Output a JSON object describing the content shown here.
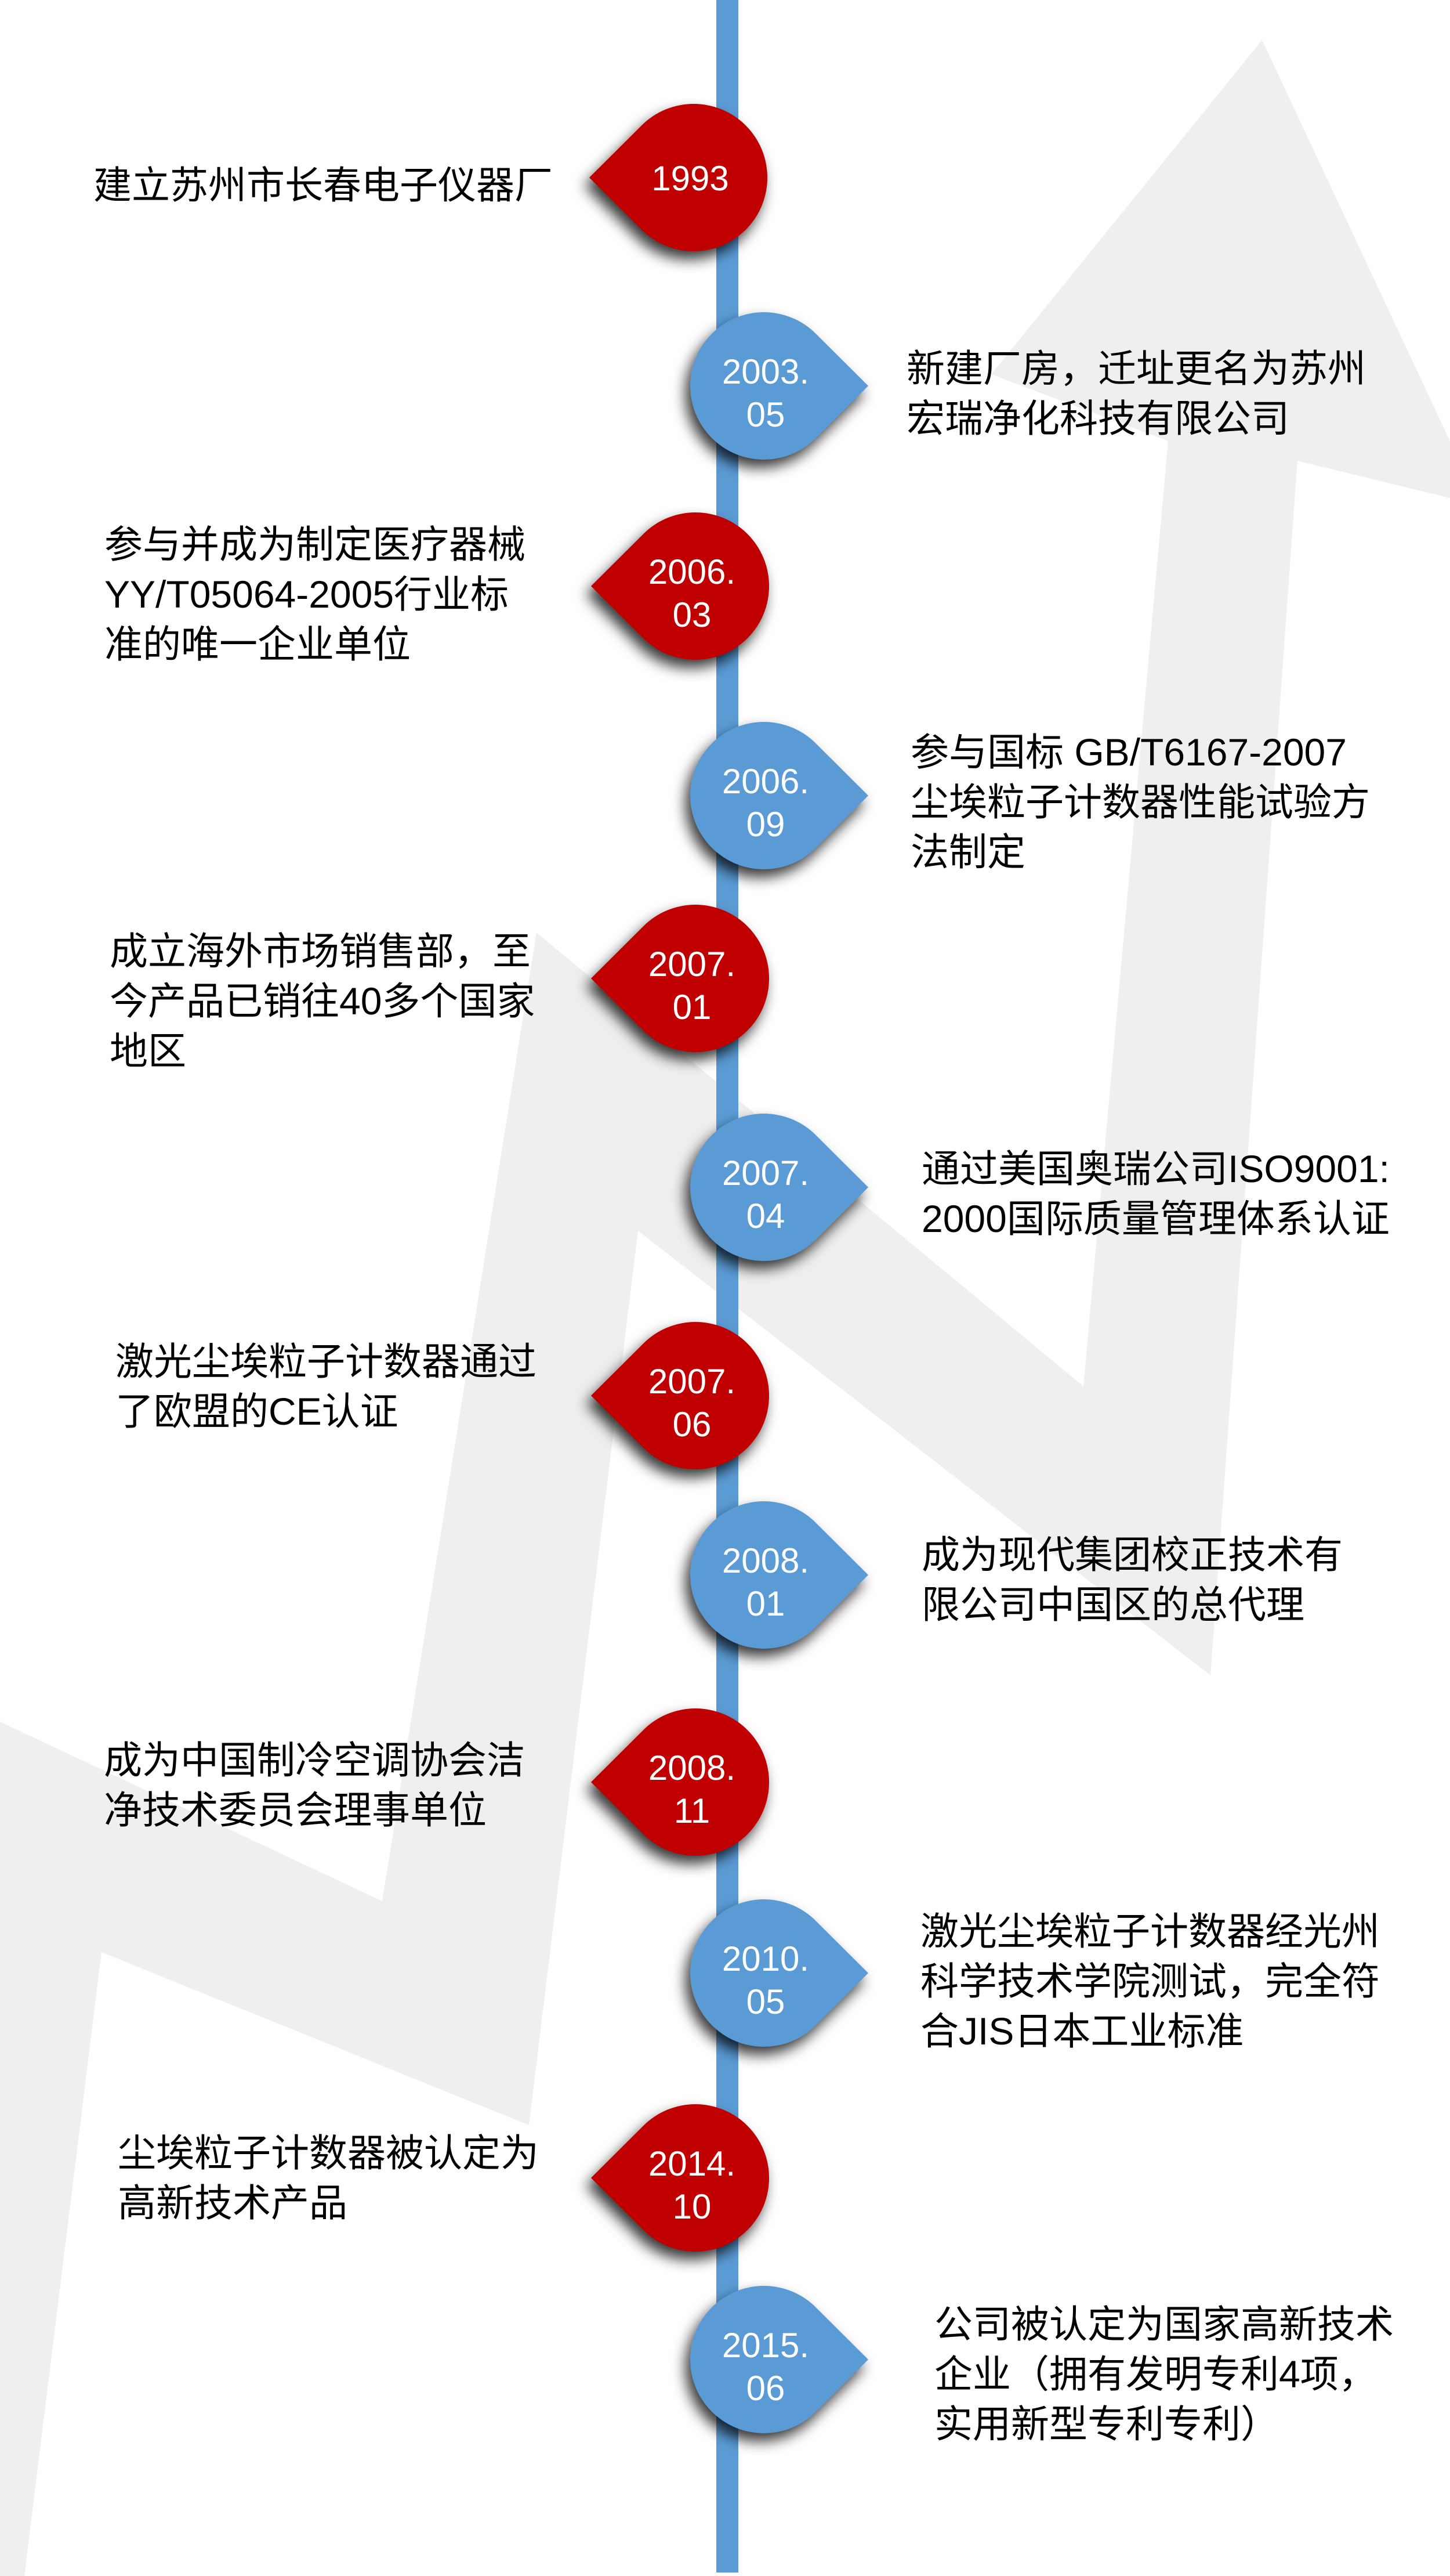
{
  "theme": {
    "marker_red": "#c00000",
    "marker_blue": "#5b9bd5",
    "timeline_line": "#5b9bd5",
    "background_arrow": "#efefef",
    "page_background": "#ffffff",
    "description_text": "#000000",
    "date_text": "#ffffff"
  },
  "timeline": {
    "events": [
      {
        "side": "left",
        "marker_color": "red",
        "date_lines": [
          "1993"
        ],
        "description_lines": [
          "建立苏州市长春电子仪器厂"
        ]
      },
      {
        "side": "right",
        "marker_color": "blue",
        "date_lines": [
          "2003.",
          "05"
        ],
        "description_lines": [
          "新建厂房，迁址更名为苏州",
          "宏瑞净化科技有限公司"
        ]
      },
      {
        "side": "left",
        "marker_color": "red",
        "date_lines": [
          "2006.",
          "03"
        ],
        "description_lines": [
          "参与并成为制定医疗器械",
          "YY/T05064-2005行业标",
          "准的唯一企业单位"
        ]
      },
      {
        "side": "right",
        "marker_color": "blue",
        "date_lines": [
          "2006.",
          "09"
        ],
        "description_lines": [
          "参与国标 GB/T6167-2007",
          "尘埃粒子计数器性能试验方",
          "法制定"
        ]
      },
      {
        "side": "left",
        "marker_color": "red",
        "date_lines": [
          "2007.",
          "01"
        ],
        "description_lines": [
          "成立海外市场销售部，至",
          "今产品已销往40多个国家",
          "地区"
        ]
      },
      {
        "side": "right",
        "marker_color": "blue",
        "date_lines": [
          "2007.",
          "04"
        ],
        "description_lines": [
          "通过美国奥瑞公司ISO9001:",
          "2000国际质量管理体系认证"
        ]
      },
      {
        "side": "left",
        "marker_color": "red",
        "date_lines": [
          "2007.",
          "06"
        ],
        "description_lines": [
          "激光尘埃粒子计数器通过",
          "了欧盟的CE认证"
        ]
      },
      {
        "side": "right",
        "marker_color": "blue",
        "date_lines": [
          "2008.",
          "01"
        ],
        "description_lines": [
          "成为现代集团校正技术有",
          "限公司中国区的总代理"
        ]
      },
      {
        "side": "left",
        "marker_color": "red",
        "date_lines": [
          "2008.",
          "11"
        ],
        "description_lines": [
          "成为中国制冷空调协会洁",
          "净技术委员会理事单位"
        ]
      },
      {
        "side": "right",
        "marker_color": "blue",
        "date_lines": [
          "2010.",
          "05"
        ],
        "description_lines": [
          "激光尘埃粒子计数器经光州",
          "科学技术学院测试，完全符",
          "合JIS日本工业标准"
        ]
      },
      {
        "side": "left",
        "marker_color": "red",
        "date_lines": [
          "2014.",
          "10"
        ],
        "description_lines": [
          "尘埃粒子计数器被认定为",
          "高新技术产品"
        ]
      },
      {
        "side": "right",
        "marker_color": "blue",
        "date_lines": [
          "2015.",
          "06"
        ],
        "description_lines": [
          "公司被认定为国家高新技术",
          "企业（拥有发明专利4项，",
          "实用新型专利专利）"
        ]
      }
    ]
  }
}
